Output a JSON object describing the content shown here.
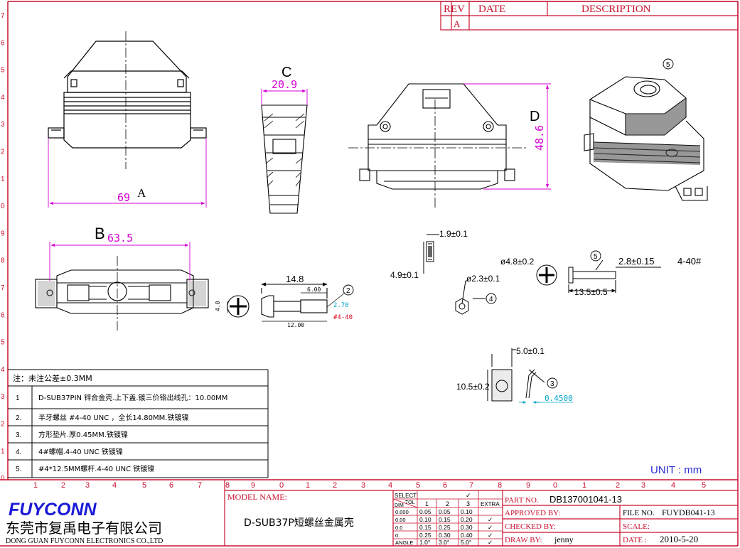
{
  "revision_table": {
    "headers": {
      "rev": "REV",
      "date": "DATE",
      "description": "DESCRIPTION"
    },
    "row": {
      "rev": "A",
      "date": "",
      "description": ""
    }
  },
  "axis_numbers": {
    "left": [
      "7",
      "6",
      "5",
      "4",
      "3",
      "2",
      "1",
      "0",
      "9",
      "8",
      "7",
      "6",
      "5",
      "4",
      "3",
      "2",
      "1",
      "0"
    ],
    "bottom": [
      "1",
      "2",
      "3",
      "4",
      "5",
      "6",
      "7",
      "8",
      "9",
      "0",
      "1",
      "2",
      "3",
      "4",
      "5",
      "6",
      "7",
      "8",
      "9",
      "0",
      "1",
      "2",
      "3",
      "4",
      "5"
    ]
  },
  "views": {
    "label_a": "A",
    "label_b": "B",
    "label_c": "C",
    "label_d": "D",
    "dim_a": "69",
    "dim_b": "63.5",
    "dim_c": "20.9",
    "dim_d": "48.6",
    "balloon_iso": "5"
  },
  "parts": {
    "screw": {
      "length": "14.8",
      "thread_len": "6.00",
      "body_len": "12.00",
      "head_dia": "4.0",
      "shank": "2.70",
      "thread": "#4-40",
      "balloon": "2"
    },
    "washer": {
      "thickness": "1.9±0.1",
      "height": "4.9±0.1"
    },
    "nut": {
      "dia": "ø2.3±0.1",
      "balloon": "4"
    },
    "long_screw": {
      "head": "ø4.8±0.2",
      "shank": "2.8±0.15",
      "thread": "4-40#",
      "length": "13.5±0.5",
      "balloon": "5"
    },
    "plate": {
      "width": "5.0±0.1",
      "height": "10.5±0.2",
      "thickness": "0.4500",
      "balloon": "3"
    }
  },
  "notes": {
    "header": "注：未注公差±0.3MM",
    "rows": [
      {
        "num": "1",
        "text": "D-SUB37PIN 锌合金壳.上下盖.镀三价铬出线孔：10.00MM"
      },
      {
        "num": "2.",
        "text": "半牙螺丝 #4-40 UNC ，全长14.80MM.铁镀镍"
      },
      {
        "num": "3.",
        "text": "方形垫片.厚0.45MM.铁镀镍"
      },
      {
        "num": "4.",
        "text": "4#螺帽.4-40 UNC 铁镀镍"
      },
      {
        "num": "5.",
        "text": "#4*12.5MM螺杆.4-40 UNC 铁镀镍"
      }
    ]
  },
  "unit": "UNIT : mm",
  "title_block": {
    "brand": "FUYCONN",
    "company_cn": "东莞市复禹电子有限公司",
    "company_en": "DONG GUAN FUYCONN ELECTRONICS CO.,LTD",
    "model_label": "MODEL NAME:",
    "model_value": "D-SUB37P短螺丝金属壳",
    "tolerance": {
      "select_label": "SELECT",
      "tol_label": "TOL",
      "dim_label": "DIM",
      "headers": [
        "1",
        "2",
        "3",
        "EXTRA"
      ],
      "check_mark": "✓",
      "rows": [
        {
          "dim": "0.000",
          "v": [
            "0.05",
            "0.05",
            "0.10"
          ],
          "check": false
        },
        {
          "dim": "0.00",
          "v": [
            "0.10",
            "0.15",
            "0.20"
          ],
          "check": true
        },
        {
          "dim": "0.0",
          "v": [
            "0.15",
            "0.25",
            "0.30"
          ],
          "check": true
        },
        {
          "dim": "0.",
          "v": [
            "0.25",
            "0.30",
            "0.40"
          ],
          "check": true
        },
        {
          "dim": "ANGLE",
          "v": [
            "1.0°",
            "3.0°",
            "5.0°"
          ],
          "check": true
        }
      ]
    },
    "part_no_label": "PART NO.",
    "part_no": "DB137001041-13",
    "approved_label": "APPROVED BY:",
    "approved": "",
    "file_no_label": "FILE NO.",
    "file_no": "FUYDB041-13",
    "checked_label": "CHECKED BY:",
    "checked": "",
    "scale_label": "SCALE:",
    "scale": "",
    "draw_label": "DRAW BY:",
    "draw": "jenny",
    "date_label": "DATE :",
    "date": "2010-5-20"
  },
  "colors": {
    "border": "#c8102e",
    "dimension": "#d400d4",
    "drawing": "#000000",
    "brand": "#1a1ad6",
    "unit": "#2a2ad6",
    "thread_note": "#e0001a",
    "cyan_dim": "#00a6c8"
  }
}
